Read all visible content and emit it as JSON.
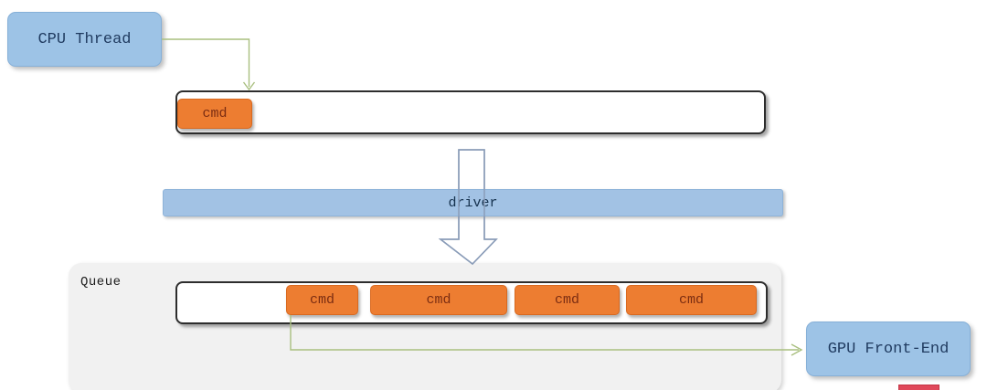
{
  "diagram": {
    "cpu_thread_label": "CPU Thread",
    "buffer_cmd_label": "cmd",
    "driver_label": "driver",
    "queue_label": "Queue",
    "queue_cmds": [
      "cmd",
      "cmd",
      "cmd",
      "cmd"
    ],
    "gpu_front_end_label": "GPU Front-End"
  },
  "colors": {
    "box_blue": "#9dc3e6",
    "cmd_orange": "#ed7d31",
    "cmd_text_brown": "#7b2d12",
    "navy_text": "#1f3a5f",
    "connector_green": "#a9bf7f",
    "hollow_arrow_outline": "#8a9cb8",
    "panel_gray": "#f1f1f1",
    "red_marker": "#e0485a"
  }
}
